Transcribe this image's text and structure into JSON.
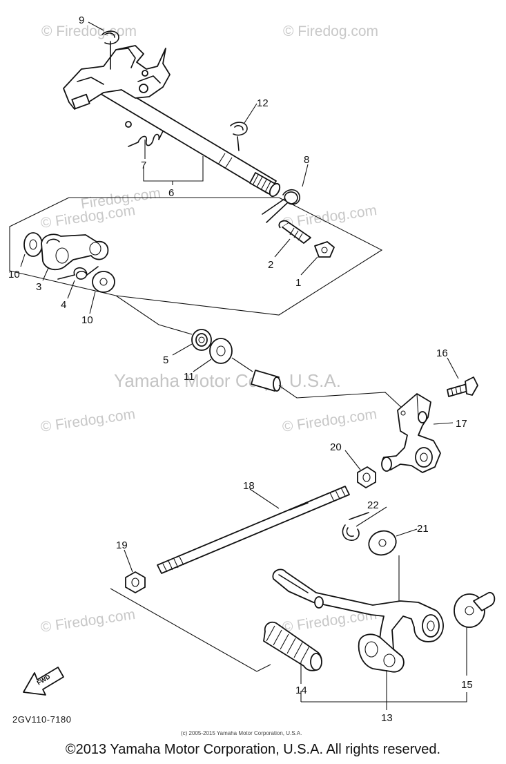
{
  "watermarks": {
    "firedog": "© Firedog.com",
    "firedog_plain": "Firedog.com",
    "yamaha": "Yamaha Motor Corp., U.S.A."
  },
  "callouts": {
    "c1": "1",
    "c2": "2",
    "c3": "3",
    "c4": "4",
    "c5": "5",
    "c6": "6",
    "c7": "7",
    "c8": "8",
    "c9": "9",
    "c10a": "10",
    "c10b": "10",
    "c11": "11",
    "c12": "12",
    "c13": "13",
    "c14": "14",
    "c15": "15",
    "c16": "16",
    "c17": "17",
    "c18": "18",
    "c19": "19",
    "c20": "20",
    "c21": "21",
    "c22": "22"
  },
  "fwd_label": "FWD",
  "diagram_code": "2GV110-7180",
  "small_notice": "(c) 2005-2015 Yamaha Motor Corporation, U.S.A.",
  "copyright": "©2013 Yamaha Motor Corporation, U.S.A. All rights reserved."
}
